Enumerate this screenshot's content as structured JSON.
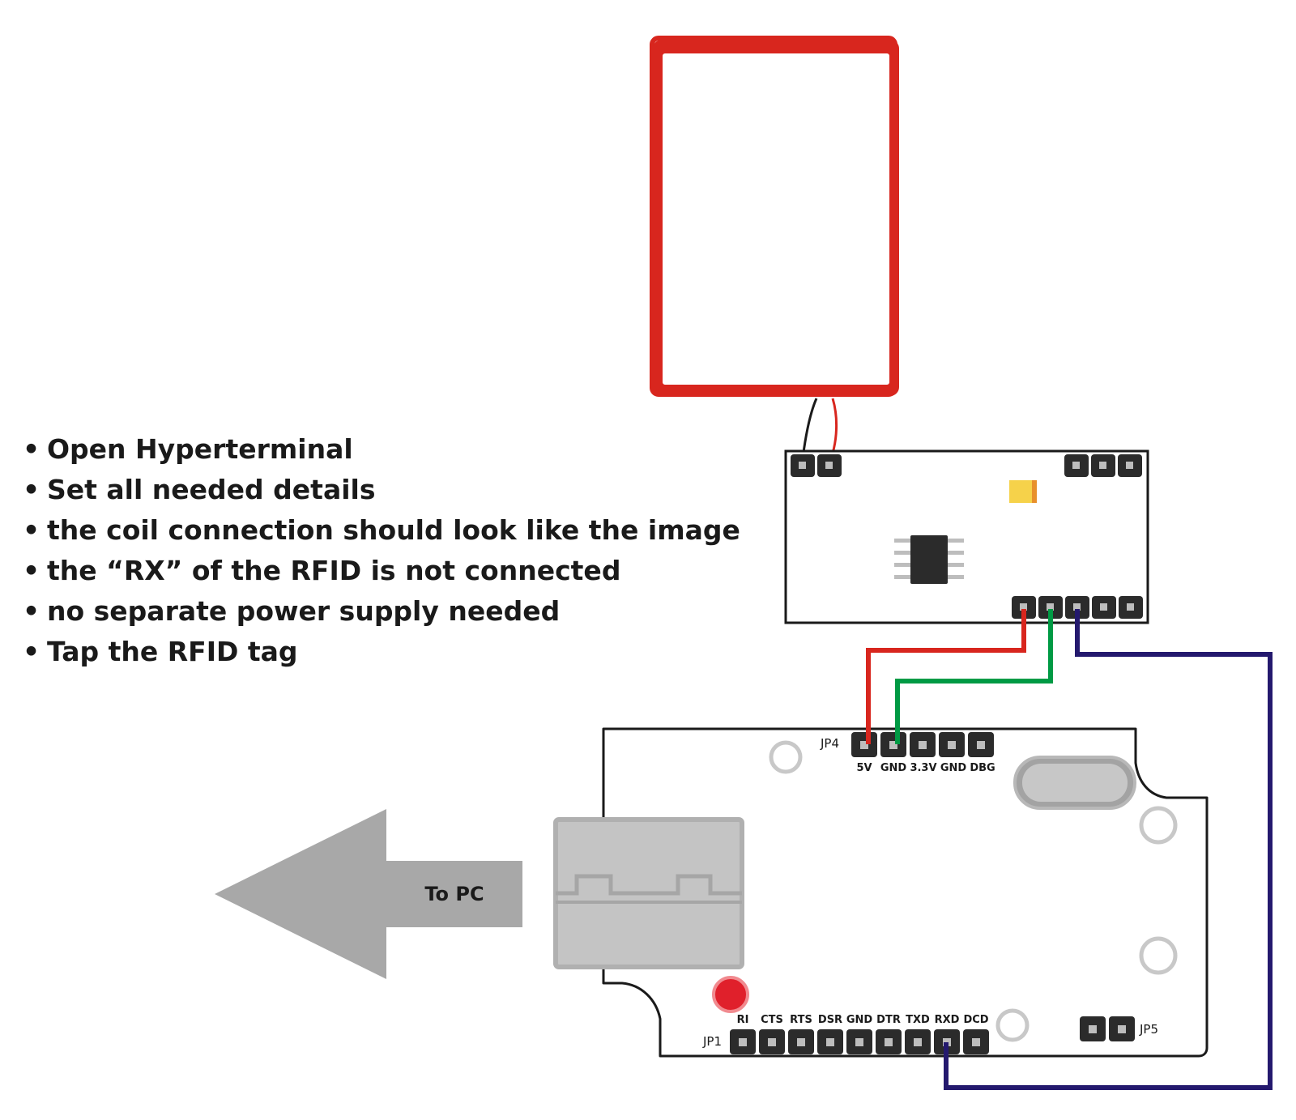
{
  "instructions": [
    "Open Hyperterminal",
    "Set all needed details",
    "the coil connection should look like the image",
    "the “RX” of the RFID is not connected",
    "no separate power supply needed",
    "Tap the RFID tag"
  ],
  "bullet": "•",
  "arrow_label": "To PC",
  "jp4": {
    "label": "JP4",
    "pins": [
      "5V",
      "GND",
      "3.3V",
      "GND",
      "DBG"
    ]
  },
  "jp1": {
    "label": "JP1",
    "pins": [
      "RI",
      "CTS",
      "RTS",
      "DSR",
      "GND",
      "DTR",
      "TXD",
      "RXD",
      "DCD"
    ]
  },
  "jp5": {
    "label": "JP5"
  },
  "colors": {
    "coil": "#d8261e",
    "wire_5v": "#d8261e",
    "wire_gnd": "#009a44",
    "wire_rx": "#24196e",
    "pin_body": "#2b2b2b",
    "pin_pad": "#bdbdbd",
    "usb": "#c4c4c4",
    "arrow": "#a8a8a8",
    "led": "#e0202b",
    "capacitor": "#f6d24a"
  }
}
